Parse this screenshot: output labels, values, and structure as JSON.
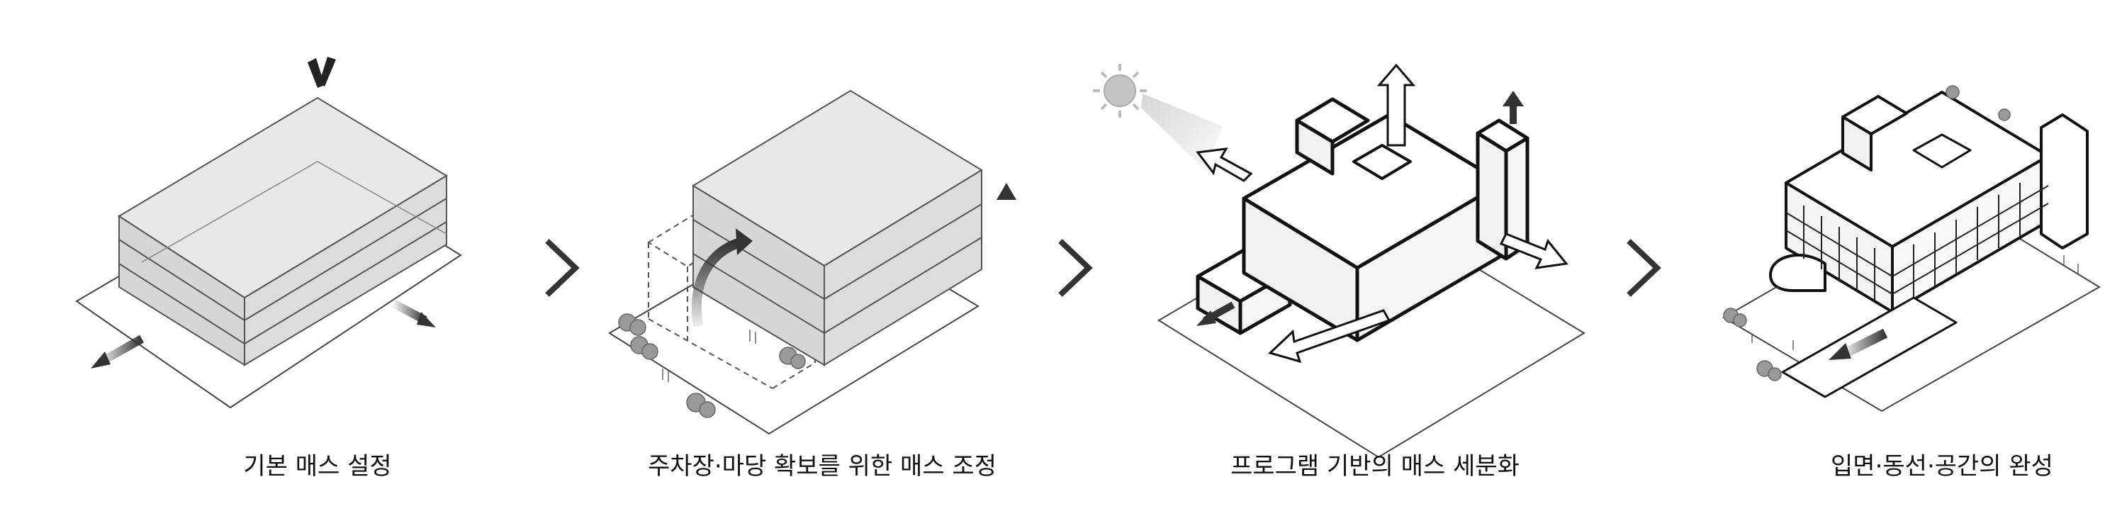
{
  "steps": [
    {
      "caption": "기본 매스 설정"
    },
    {
      "caption": "주차장·마당 확보를 위한 매스 조정"
    },
    {
      "caption": "프로그램 기반의 매스 세분화"
    },
    {
      "caption": "입면·동선·공간의 완성"
    }
  ],
  "icons": [
    "chevron-right-icon",
    "sun-icon",
    "arrow-icon",
    "tree-icon"
  ],
  "colors": {
    "mass_fill": "#dedede",
    "mass_top": "#ececec",
    "line": "#222222",
    "arrow": "#333333",
    "sun": "#bdbdbd"
  }
}
